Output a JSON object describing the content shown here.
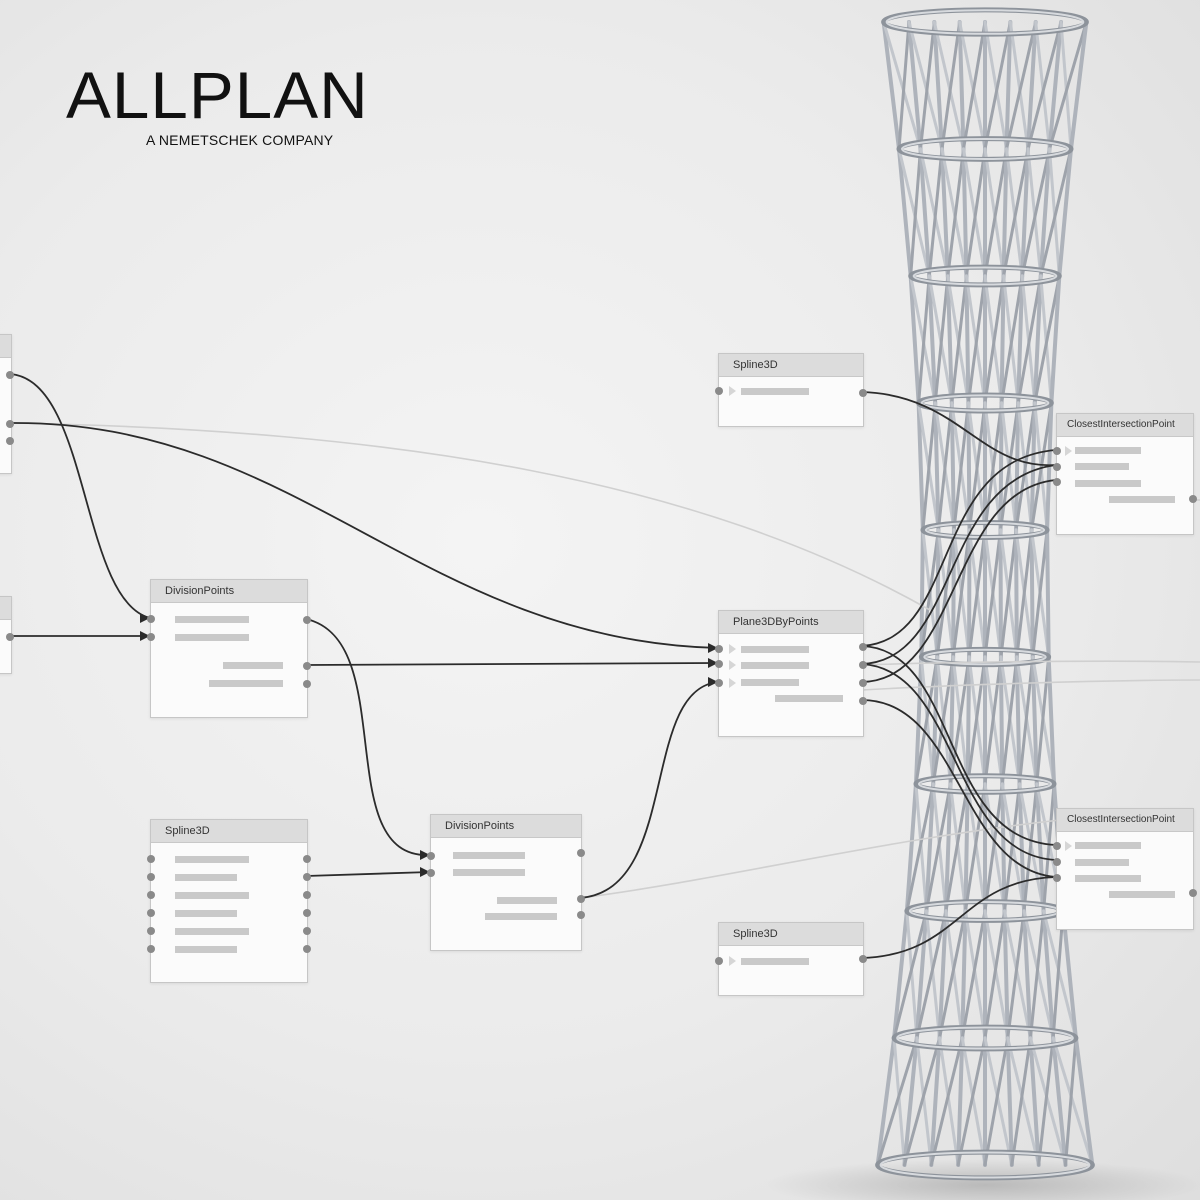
{
  "brand": {
    "name": "ALLPLAN",
    "tagline": "A NEMETSCHEK COMPANY"
  },
  "nodes": {
    "division_points_1": {
      "title": "DivisionPoints"
    },
    "division_points_2": {
      "title": "DivisionPoints"
    },
    "spline3d_left": {
      "title": "Spline3D"
    },
    "spline3d_top": {
      "title": "Spline3D"
    },
    "spline3d_bottom": {
      "title": "Spline3D"
    },
    "plane3d_by_points": {
      "title": "Plane3DByPoints"
    },
    "closest_intersection_top": {
      "title": "ClosestIntersectionPoint"
    },
    "closest_intersection_bottom": {
      "title": "ClosestIntersectionPoint"
    }
  },
  "colors": {
    "wire": "#2b2b2b",
    "wire_faint": "#cfcfcf",
    "tower_steel": "#b7bcc4",
    "tower_dark": "#7d838c",
    "node_header": "#dcdcdc"
  }
}
